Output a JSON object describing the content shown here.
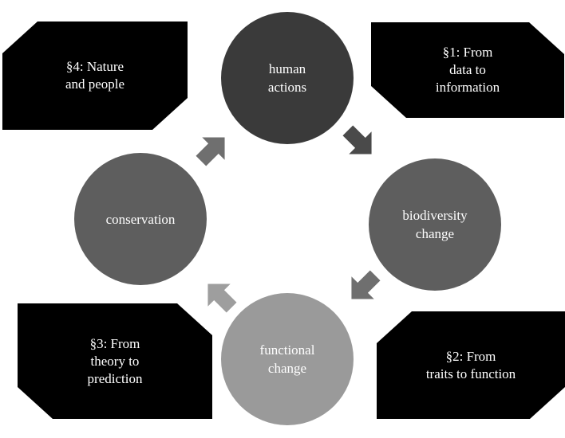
{
  "colors": {
    "box": "#000000",
    "node_dark": "#3a3a3a",
    "node_mid": "#5e5e5e",
    "node_light": "#9a9a9a",
    "arrow_dark": "#4a4a4a",
    "arrow_mid": "#6f6f6f",
    "arrow_light": "#9e9e9e"
  },
  "nodes": {
    "human_actions": "human\nactions",
    "biodiversity_change": "biodiversity\nchange",
    "functional_change": "functional\nchange",
    "conservation": "conservation"
  },
  "sections": {
    "s1": "§1: From\ndata to\ninformation",
    "s2": "§2: From\ntraits to function",
    "s3": "§3: From\ntheory to\nprediction",
    "s4": "§4: Nature\nand people"
  }
}
